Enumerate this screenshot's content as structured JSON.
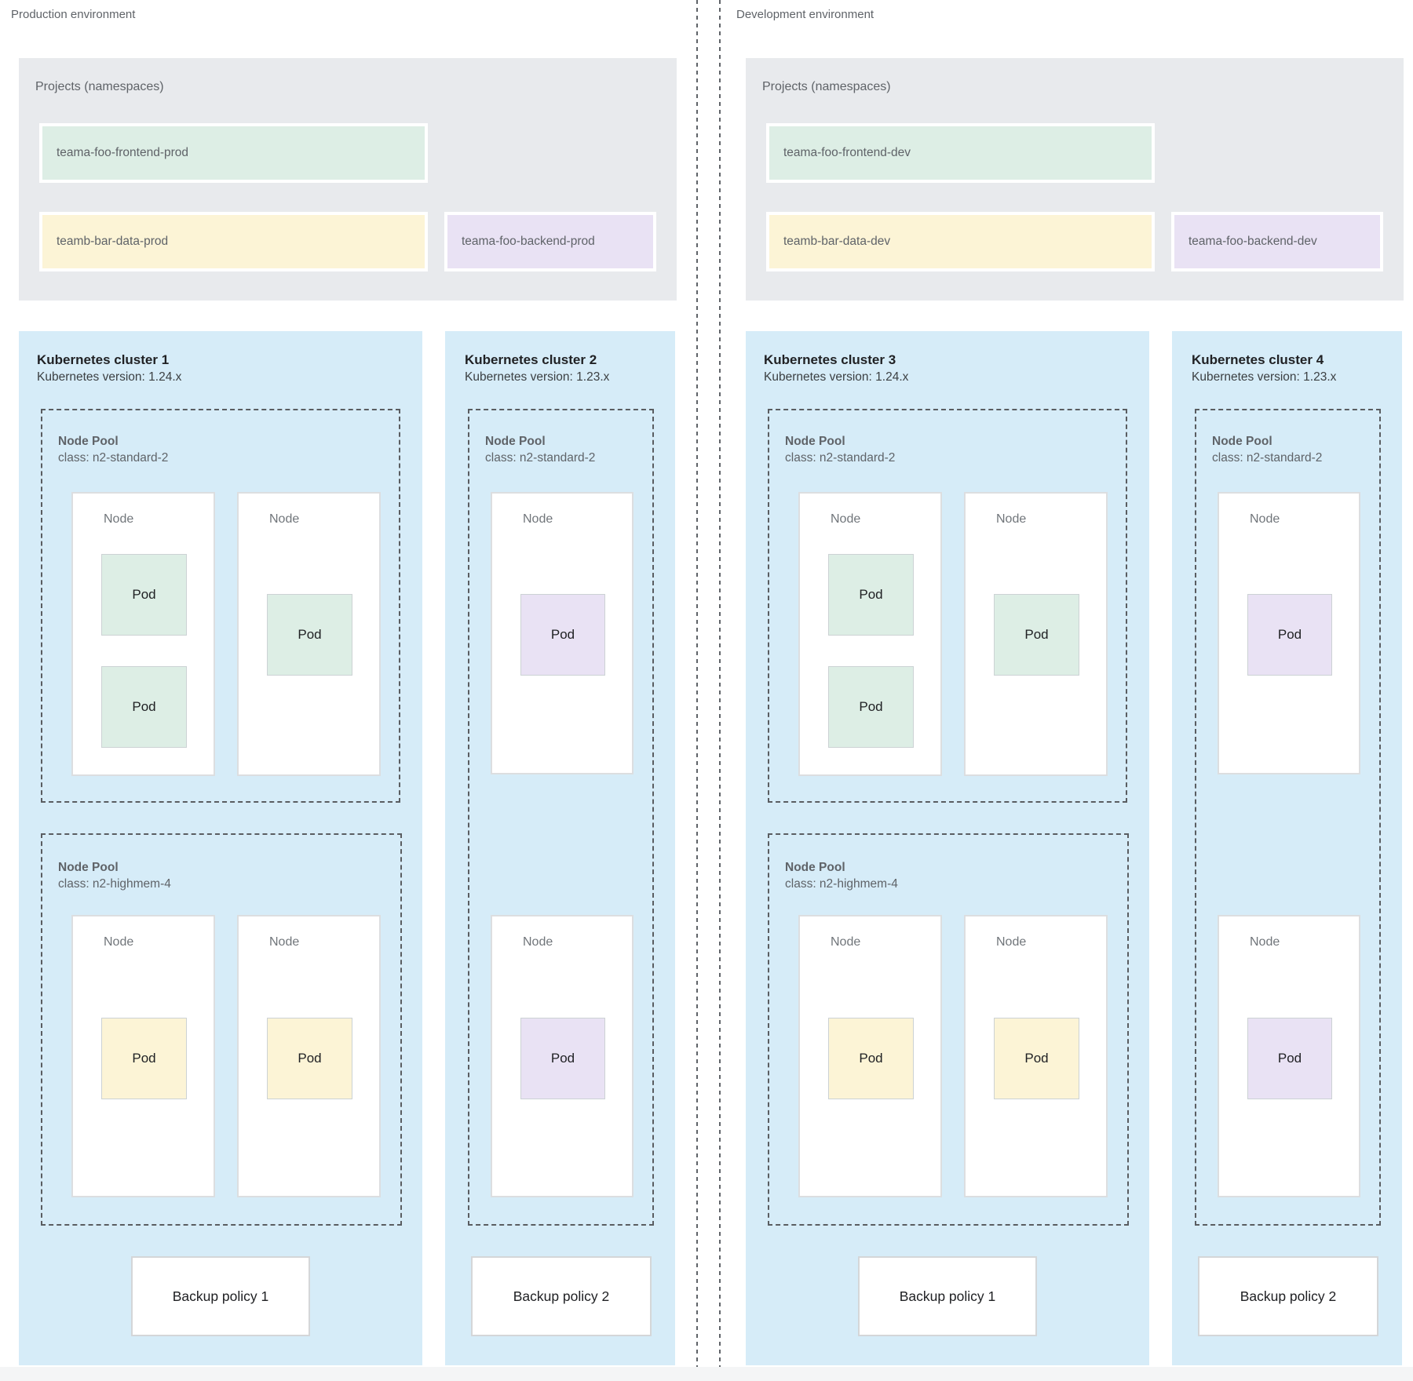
{
  "colors": {
    "cluster_bg": "#d6ecf8",
    "projects_bg": "#e8eaed",
    "pod_green": "#ddeee5",
    "pod_yellow": "#fcf4d6",
    "pod_purple": "#e9e2f4",
    "dashed_border": "#5a5d61",
    "footer_strip": "#f4f5f6"
  },
  "environments": [
    {
      "label": "Production environment",
      "projects": {
        "title": "Projects (namespaces)",
        "items": [
          {
            "name": "teama-foo-frontend-prod",
            "color": "green"
          },
          {
            "name": "teamb-bar-data-prod",
            "color": "yellow"
          },
          {
            "name": "teama-foo-backend-prod",
            "color": "purple"
          }
        ]
      },
      "clusters": [
        {
          "title": "Kubernetes cluster 1",
          "version": "Kubernetes version: 1.24.x",
          "node_pools": [
            {
              "label": "Node Pool",
              "machine_class": "class: n2-standard-2",
              "nodes": [
                {
                  "label": "Node",
                  "pods": [
                    {
                      "label": "Pod",
                      "color": "green"
                    },
                    {
                      "label": "Pod",
                      "color": "green"
                    }
                  ]
                },
                {
                  "label": "Node",
                  "pods": [
                    {
                      "label": "Pod",
                      "color": "green"
                    }
                  ]
                }
              ]
            },
            {
              "label": "Node Pool",
              "machine_class": "class: n2-highmem-4",
              "nodes": [
                {
                  "label": "Node",
                  "pods": [
                    {
                      "label": "Pod",
                      "color": "yellow"
                    }
                  ]
                },
                {
                  "label": "Node",
                  "pods": [
                    {
                      "label": "Pod",
                      "color": "yellow"
                    }
                  ]
                }
              ]
            }
          ],
          "backup_policy": "Backup policy 1"
        },
        {
          "title": "Kubernetes cluster 2",
          "version": "Kubernetes version: 1.23.x",
          "node_pools": [
            {
              "label": "Node Pool",
              "machine_class": "class: n2-standard-2",
              "nodes": [
                {
                  "label": "Node",
                  "pods": [
                    {
                      "label": "Pod",
                      "color": "purple"
                    }
                  ]
                },
                {
                  "label": "Node",
                  "pods": [
                    {
                      "label": "Pod",
                      "color": "purple"
                    }
                  ]
                }
              ]
            }
          ],
          "backup_policy": "Backup policy 2"
        }
      ]
    },
    {
      "label": "Development environment",
      "projects": {
        "title": "Projects (namespaces)",
        "items": [
          {
            "name": "teama-foo-frontend-dev",
            "color": "green"
          },
          {
            "name": "teamb-bar-data-dev",
            "color": "yellow"
          },
          {
            "name": "teama-foo-backend-dev",
            "color": "purple"
          }
        ]
      },
      "clusters": [
        {
          "title": "Kubernetes cluster 3",
          "version": "Kubernetes version: 1.24.x",
          "node_pools": [
            {
              "label": "Node Pool",
              "machine_class": "class: n2-standard-2",
              "nodes": [
                {
                  "label": "Node",
                  "pods": [
                    {
                      "label": "Pod",
                      "color": "green"
                    },
                    {
                      "label": "Pod",
                      "color": "green"
                    }
                  ]
                },
                {
                  "label": "Node",
                  "pods": [
                    {
                      "label": "Pod",
                      "color": "green"
                    }
                  ]
                }
              ]
            },
            {
              "label": "Node Pool",
              "machine_class": "class: n2-highmem-4",
              "nodes": [
                {
                  "label": "Node",
                  "pods": [
                    {
                      "label": "Pod",
                      "color": "yellow"
                    }
                  ]
                },
                {
                  "label": "Node",
                  "pods": [
                    {
                      "label": "Pod",
                      "color": "yellow"
                    }
                  ]
                }
              ]
            }
          ],
          "backup_policy": "Backup policy 1"
        },
        {
          "title": "Kubernetes cluster 4",
          "version": "Kubernetes version: 1.23.x",
          "node_pools": [
            {
              "label": "Node Pool",
              "machine_class": "class: n2-standard-2",
              "nodes": [
                {
                  "label": "Node",
                  "pods": [
                    {
                      "label": "Pod",
                      "color": "purple"
                    }
                  ]
                },
                {
                  "label": "Node",
                  "pods": [
                    {
                      "label": "Pod",
                      "color": "purple"
                    }
                  ]
                }
              ]
            }
          ],
          "backup_policy": "Backup policy 2"
        }
      ]
    }
  ]
}
